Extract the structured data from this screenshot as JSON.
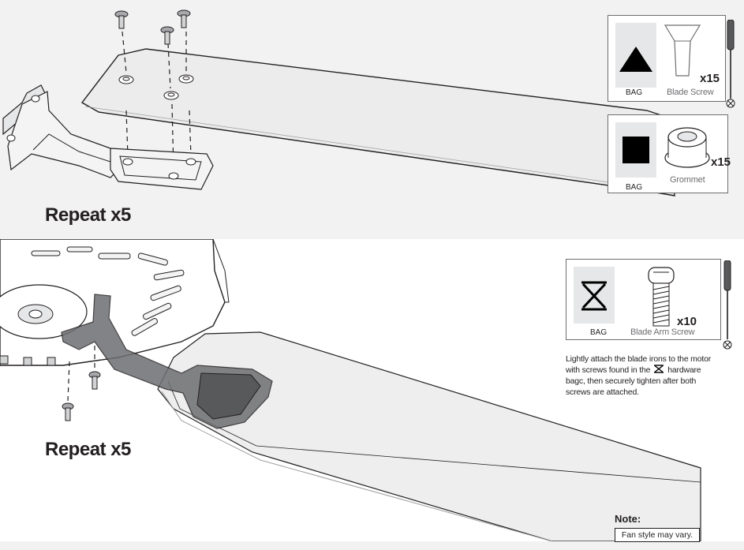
{
  "steps": {
    "top": {
      "repeat_label": "Repeat x5",
      "hardware": [
        {
          "bag_label": "BAG",
          "bag_symbol": "triangle",
          "part_name": "Blade Screw",
          "quantity": "x15"
        },
        {
          "bag_label": "BAG",
          "bag_symbol": "square",
          "part_name": "Grommet",
          "quantity": "x15"
        }
      ]
    },
    "bottom": {
      "repeat_label": "Repeat x5",
      "hardware": [
        {
          "bag_label": "BAG",
          "bag_symbol": "hourglass",
          "part_name": "Blade Arm Screw",
          "quantity": "x10"
        }
      ],
      "instruction": {
        "line1": "Lightly attach the blade irons to the motor",
        "line2_before_icon": "with screws found in the",
        "line2_after_icon": "hardware",
        "line3": "bagc, then securely tighten after both",
        "line4": "screws are attached."
      },
      "note_title": "Note:",
      "note_text": "Fan style may vary."
    }
  },
  "icons": {
    "bag_symbols": [
      "triangle-icon",
      "square-icon",
      "hourglass-icon"
    ],
    "tool": "screwdriver-icon"
  },
  "colors": {
    "panel_background": "#f2f2f2",
    "line_art": "#231f20",
    "blade_fill": "#eeeeee",
    "blade_iron_dark": "#58595b",
    "label_gray": "#6d6e71"
  }
}
